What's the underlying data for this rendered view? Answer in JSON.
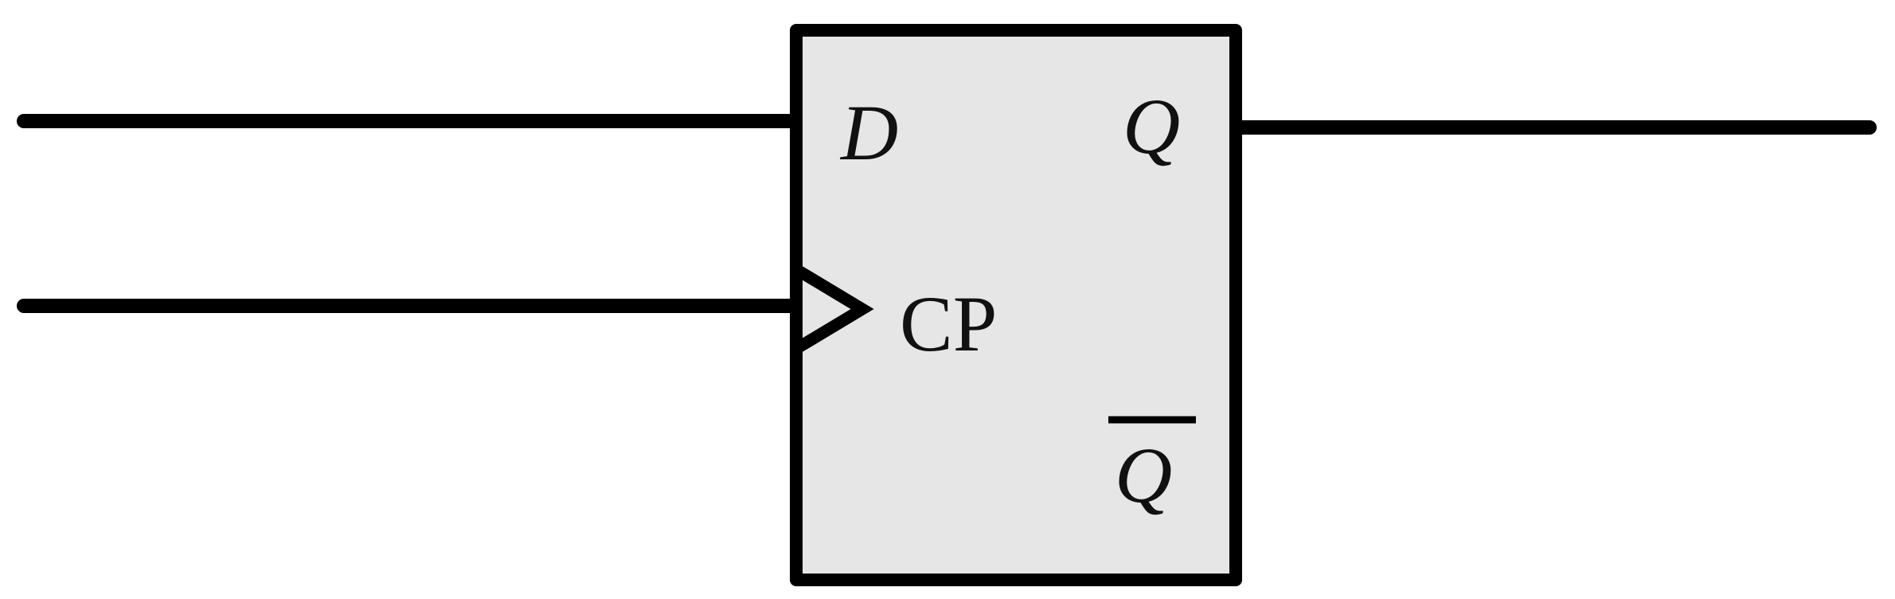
{
  "flip_flop": {
    "type": "D flip-flop",
    "pins": {
      "d_label": "D",
      "clock_label": "CP",
      "q_label": "Q",
      "q_bar_label": "Q"
    },
    "colors": {
      "block_fill": "#e6e6e6",
      "stroke": "#000000"
    }
  }
}
